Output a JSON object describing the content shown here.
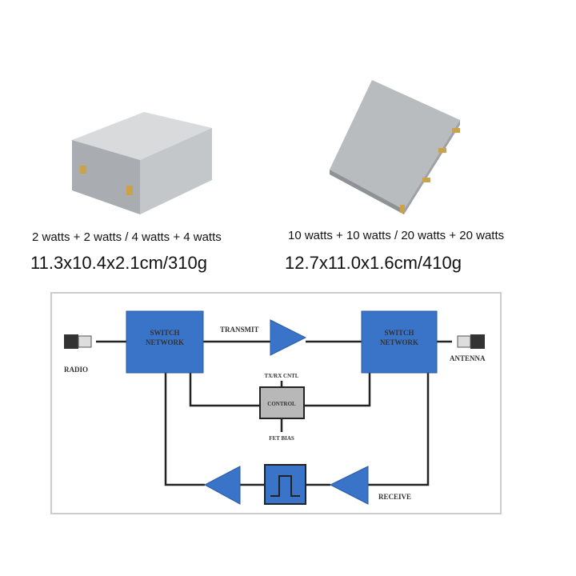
{
  "products": [
    {
      "power": "2 watts + 2 watts / 4 watts + 4 watts",
      "dimensions": "11.3x10.4x2.1cm/310g"
    },
    {
      "power": "10 watts + 10 watts / 20 watts + 20 watts",
      "dimensions": "12.7x11.0x1.6cm/410g"
    }
  ],
  "diagram": {
    "switch_left": [
      "SWITCH",
      "NETWORK"
    ],
    "switch_right": [
      "SWITCH",
      "NETWORK"
    ],
    "transmit": "TRANSMIT",
    "receive": "RECEIVE",
    "radio": "RADIO",
    "antenna": "ANTENNA",
    "control": "CONTROL",
    "txrx": "TX/RX CNTL",
    "fet_bias": "FET BIAS",
    "colors": {
      "block": "#3a74c8",
      "control": "#b8b8b8",
      "line": "#222222"
    }
  }
}
